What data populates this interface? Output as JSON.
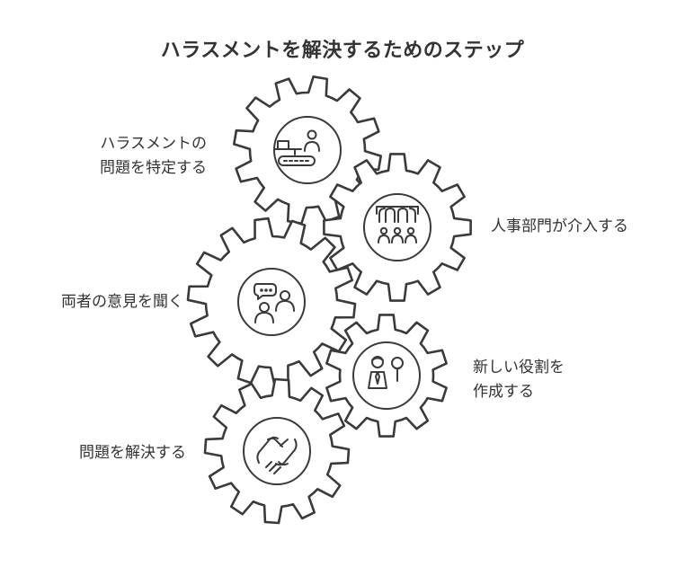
{
  "title": "ハラスメントを解決するためのステップ",
  "steps": [
    {
      "lines": [
        "ハラスメントの",
        "問題を特定する"
      ],
      "icon": "worker-conveyor-icon"
    },
    {
      "lines": [
        "人事部門が介入する"
      ],
      "icon": "hr-team-icon"
    },
    {
      "lines": [
        "両者の意見を聞く"
      ],
      "icon": "conversation-icon"
    },
    {
      "lines": [
        "新しい役割を",
        "作成する"
      ],
      "icon": "new-role-icon"
    },
    {
      "lines": [
        "問題を解決する"
      ],
      "icon": "handshake-icon"
    }
  ],
  "colors": {
    "gear_stroke": "#3a3a3a",
    "gear_fill": "#ffffff",
    "text": "#333333"
  }
}
